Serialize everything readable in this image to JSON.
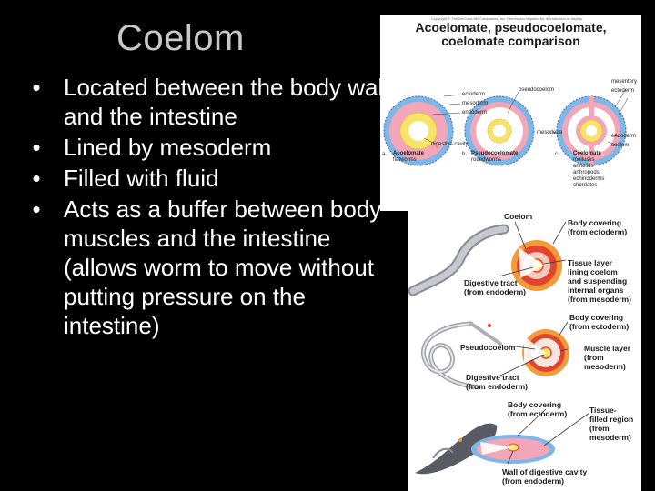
{
  "slide": {
    "title": "Coelom",
    "bullets": [
      "Located between the body wall and the intestine",
      "Lined by mesoderm",
      "Filled with fluid",
      "Acts as a buffer between body muscles and the intestine (allows worm to move without putting pressure on the intestine)"
    ],
    "bullet_glyph": "•"
  },
  "figure_top": {
    "copyright": "Copyright © The McGraw-Hill Companies, Inc. Permission required for reproduction or display.",
    "title_line1": "Acoelomate, pseudocoelomate,",
    "title_line2": "coelomate comparison",
    "labels": {
      "ectoderm": "ectoderm",
      "mesoderm": "mesoderm",
      "endoderm": "endoderm",
      "pseudocoelom": "pseudocoelom",
      "digestive_cavity": "digestive cavity",
      "mesoderm_2": "mesoderm",
      "mesentery": "mesentery",
      "ectoderm_2": "ectoderm",
      "endoderm_2": "endoderm",
      "coelom": "coelom"
    },
    "panels": {
      "a_letter": "a.",
      "a_name": "Acoelomate",
      "a_example": "flatworms",
      "b_letter": "b.",
      "b_name": "Pseudocoelomate",
      "b_example": "roundworms",
      "c_letter": "c.",
      "c_name": "Coelomate",
      "c_examples": [
        "mollusks",
        "annelids",
        "arthropods",
        "echinoderms",
        "chordates"
      ]
    }
  },
  "figure_bottom": {
    "labels": {
      "coelom": "Coelom",
      "body_covering_1": [
        "Body covering",
        "(from ectoderm)"
      ],
      "tissue_layer": [
        "Tissue layer",
        "lining coelom",
        "and suspending",
        "internal organs",
        "(from mesoderm)"
      ],
      "digestive_tract_1": [
        "Digestive tract",
        "(from endoderm)"
      ],
      "body_covering_2": [
        "Body covering",
        "(from ectoderm)"
      ],
      "pseudocoelom": "Pseudocoelom",
      "muscle_layer": [
        "Muscle layer",
        "(from",
        "mesoderm)"
      ],
      "digestive_tract_2": [
        "Digestive tract",
        "(from endoderm)"
      ],
      "body_covering_3": [
        "Body covering",
        "(from ectoderm)"
      ],
      "tissue_filled": [
        "Tissue-",
        "filled region",
        "(from",
        "mesoderm)"
      ],
      "wall_digestive": [
        "Wall of digestive cavity",
        "(from endoderm)"
      ]
    }
  },
  "colors": {
    "background": "#000000",
    "title": "#c8c8c8",
    "text": "#ffffff",
    "ectoderm": "#7fb6e8",
    "mesoderm": "#f2a6b8",
    "endoderm": "#f7e36a",
    "muscle": "#e2452e"
  }
}
